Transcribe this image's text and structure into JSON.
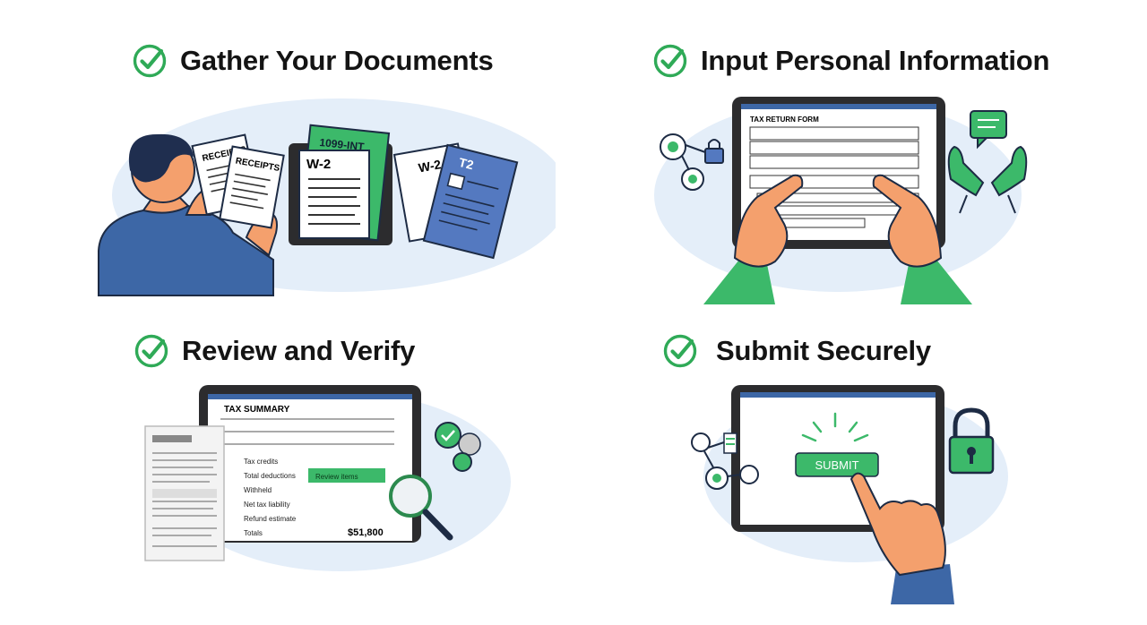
{
  "steps": [
    {
      "title": "Gather Your Documents",
      "check_icon": "check-circle-icon",
      "documents": {
        "receipt_label_1": "RECEIPTS",
        "receipt_label_2": "RECEIPTS",
        "w2_label_1": "W-2",
        "w2_label_2": "W-2",
        "green_doc_label": "1099-INT",
        "blue_doc_label": "T2"
      }
    },
    {
      "title": "Input Personal Information",
      "check_icon": "check-circle-icon",
      "form_title": "TAX RETURN FORM",
      "icons": [
        "chat-bubble-icon",
        "lock-icon",
        "connection-node-icon",
        "hands-icon"
      ]
    },
    {
      "title": "Review and Verify",
      "check_icon": "check-circle-icon",
      "summary": {
        "title": "TAX SUMMARY",
        "rows": [
          "Tax credits",
          "Total deductions",
          "Withheld",
          "Net tax liability",
          "Refund estimate",
          "Totals"
        ],
        "highlight": "Review items",
        "amount": "$51,800"
      },
      "icons": [
        "magnifier-icon",
        "check-badge-icon"
      ]
    },
    {
      "title": "Submit Securely",
      "check_icon": "check-circle-icon",
      "submit_label": "SUBMIT",
      "icons": [
        "padlock-icon",
        "network-node-icon"
      ]
    }
  ],
  "colors": {
    "accent_green": "#3cb96a",
    "check_green": "#2faa57",
    "blob_blue": "#e4eef9",
    "shirt_blue": "#3d67a6",
    "skin": "#f4a06d",
    "doc_blue": "#5479c0",
    "tablet_dark": "#2c2c2e"
  }
}
